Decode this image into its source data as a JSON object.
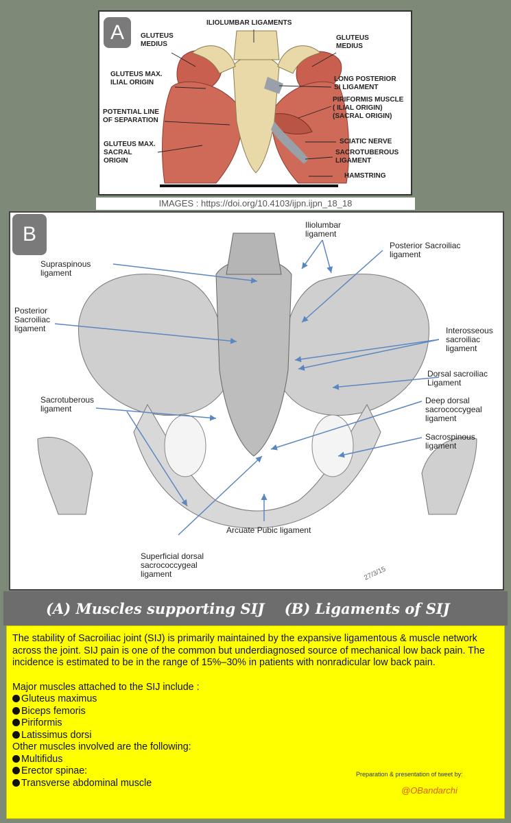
{
  "panel_a": {
    "badge": "A",
    "labels": {
      "iliolumbar": "ILIOLUMBAR LIGAMENTS",
      "glut_med_left": "GLUTEUS\nMEDIUS",
      "glut_med_right": "GLUTEUS\nMEDIUS",
      "glut_max_ilial": "GLUTEUS MAX.\nILIAL ORIGIN",
      "long_post_si": "LONG POSTERIOR\nSI LIGAMENT",
      "piriformis": "PIRIFORMIS MUSCLE\n( ILIAL ORIGIN)\n(SACRAL ORIGIN)",
      "potential_line": "POTENTIAL LINE\nOF SEPARATION",
      "sciatic": "SCIATIC NERVE",
      "glut_max_sacral": "GLUTEUS MAX.\nSACRAL\nORIGIN",
      "sacrotuberous": "SACROTUBEROUS\nLIGAMENT",
      "hamstring": "HAMSTRING"
    },
    "colors": {
      "muscle": "#c9604f",
      "bone": "#e9d9a8",
      "ligament": "#9aa0a8"
    }
  },
  "doi": "IMAGES : https://doi.org/10.4103/ijpn.ijpn_18_18",
  "panel_b": {
    "badge": "B",
    "labels": {
      "iliolumbar": "Iliolumbar\nligament",
      "posterior_si_right": "Posterior Sacroiliac\nligament",
      "supraspinous": "Supraspinous\nligament",
      "posterior_si_left": "Posterior\nSacroiliac\nligament",
      "interosseous": "Interosseous\nsacroiliac\nligament",
      "dorsal_si": "Dorsal sacroiliac\nLigament",
      "sacrotuberous": "Sacrotuberous\nligament",
      "deep_dorsal": "Deep dorsal\nsacrococcygeal\nligament",
      "sacrospinous": "Sacrospinous\nligament",
      "arcuate": "Arcuate Pubic ligament",
      "superficial_dorsal": "Superficial dorsal\nsacrococcygeal\nligament",
      "artist_sig": "27/3/15"
    },
    "arrow_color": "#5b87c0"
  },
  "caption": "(A) Muscles supporting SIJ    (B) Ligaments of SIJ",
  "text": {
    "paragraph": "The stability of Sacroiliac joint (SIJ) is primarily maintained by the expansive ligamentous & muscle network across the joint. SIJ pain is one of the common but underdiagnosed source of mechanical low back pain. The incidence is estimated to be in the range of 15%–30% in patients with nonradicular low back pain.",
    "major_heading": "Major muscles attached to the SIJ include :",
    "major": [
      "Gluteus maximus",
      "Biceps femoris",
      "Piriformis",
      "Latissimus dorsi"
    ],
    "other_heading": "Other muscles involved are the following:",
    "other": [
      "Multifidus",
      "Erector spinae:",
      "Transverse abdominal muscle"
    ]
  },
  "credit": {
    "line": "Preparation & presentation of tweet by:",
    "handle": "@OBandarchi"
  }
}
